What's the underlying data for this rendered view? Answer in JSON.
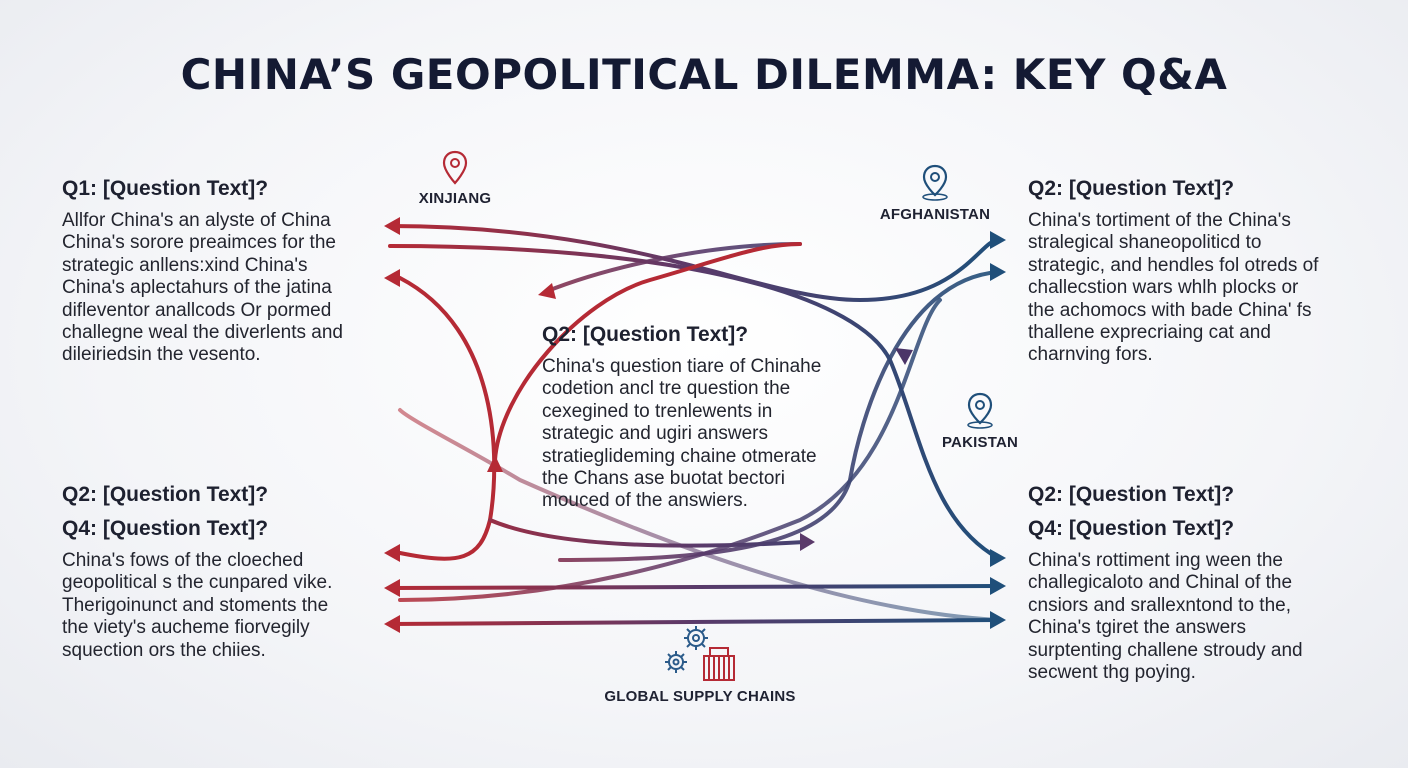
{
  "title": "CHINA’S GEOPOLITICAL DILEMMA: KEY Q&A",
  "colors": {
    "red": "#b52a35",
    "blue": "#1f4f7a",
    "purple": "#4b3568"
  },
  "places": {
    "xinjiang": {
      "label": "XINJIANG",
      "icon": "map-pin-icon"
    },
    "afghanistan": {
      "label": "AFGHANISTAN",
      "icon": "map-pin-icon"
    },
    "pakistan": {
      "label": "PAKISTAN",
      "icon": "map-pin-icon"
    },
    "supply": {
      "label": "GLOBAL SUPPLY CHAINS",
      "icon": "gears-containers-icon"
    }
  },
  "q_top_left": {
    "heading": "Q1: [Question Text]?",
    "lines": [
      "Allfor China's an alyste of China",
      "China's sorore preaimces for the",
      "strategic anllens:xind China's",
      "China's aplectahurs of the jatina",
      "difleventor anallcods Or pormed",
      "challegne weal the diverlents and",
      "dileiriedsin the vesento."
    ]
  },
  "q_top_right": {
    "heading": "Q2: [Question Text]?",
    "lines": [
      "China's tortiment of the China's",
      "stralegical shaneopoliticd to",
      "strategic, and hendles fol otreds of",
      "challecstion wars whlh plocks or",
      "the achomocs with bade China' fs",
      "thallene exprecriaing cat and",
      "charnving fors."
    ]
  },
  "q_center": {
    "heading": "Q2: [Question Text]?",
    "lines": [
      "China's question tiare of Chinahe",
      "codetion ancl tre question the",
      "cexegined to trenlewents in",
      "strategic and ugiri answers",
      "stratieglideming chaine otmerate",
      "the Chans ase buotat bectori",
      "mouced of the answiers."
    ]
  },
  "q_bottom_left": {
    "heading_a": "Q2: [Question Text]?",
    "heading_b": "Q4: [Question Text]?",
    "lines": [
      "China's fows of the cloeched",
      "geopolitical s the cunpared vike.",
      "Therigoinunct and stoments the",
      "the viety's aucheme fiorvegily",
      "squection ors the chiies."
    ]
  },
  "q_bottom_right": {
    "heading_a": "Q2: [Question Text]?",
    "heading_b": "Q4: [Question Text]?",
    "lines": [
      "China's rottiment ing ween the",
      "challegicaloto and Chinal of the",
      "cnsiors and srallexntond to the,",
      "China's tgiret the answers",
      "surptenting challene stroudy and",
      "secwent thg poying."
    ]
  }
}
